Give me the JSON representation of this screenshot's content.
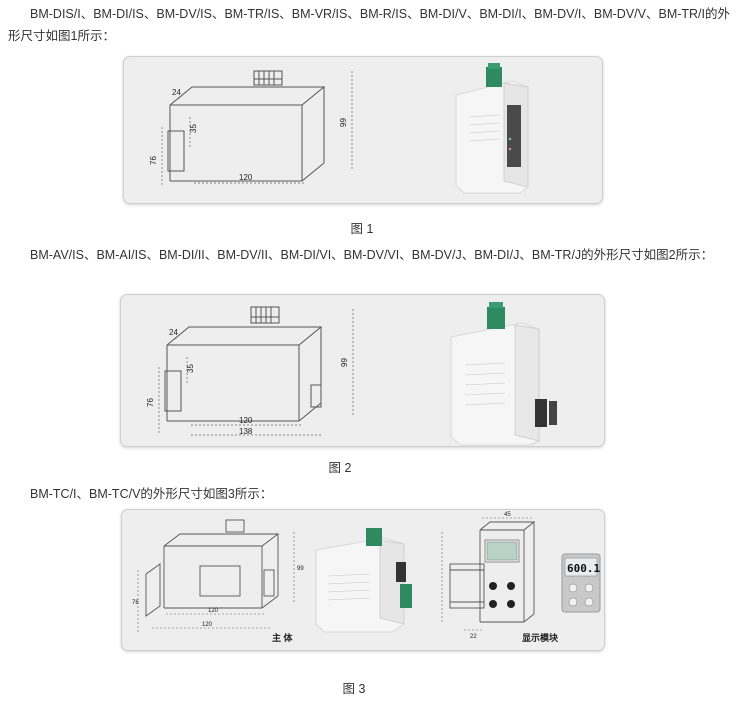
{
  "para1": "BM-DIS/I、BM-DI/IS、BM-DV/IS、BM-TR/IS、BM-VR/IS、BM-R/IS、BM-DI/V、BM-DI/I、BM-DV/I、BM-DV/V、BM-TR/I的外形尺寸如图1所示：",
  "fig1": {
    "dims": {
      "d24": "24",
      "d35": "35",
      "d76": "76",
      "d99": "99",
      "d120": "120"
    },
    "caption": "图 1"
  },
  "para2": "BM-AV/IS、BM-AI/IS、BM-DI/II、BM-DV/II、BM-DI/VI、BM-DV/VI、BM-DV/J、BM-DI/J、BM-TR/J的外形尺寸如图2所示：",
  "fig2": {
    "dims": {
      "d24": "24",
      "d35": "35",
      "d76": "76",
      "d99": "99",
      "d120": "120",
      "d138": "138"
    },
    "caption": "图 2"
  },
  "para3": "BM-TC/I、BM-TC/V的外形尺寸如图3所示：",
  "fig3": {
    "dims": {
      "d120": "120",
      "d120b": "120",
      "d99": "99",
      "d76": "76",
      "d45": "45",
      "d22": "22"
    },
    "label_body": "主 体",
    "label_display": "显示模块",
    "display_value": "600.1",
    "caption": "图 3"
  },
  "colors": {
    "figure_bg": "#eeeeee",
    "product_body": "#f4f4f4",
    "green_terminal": "#2f8a62",
    "line": "#555555"
  }
}
